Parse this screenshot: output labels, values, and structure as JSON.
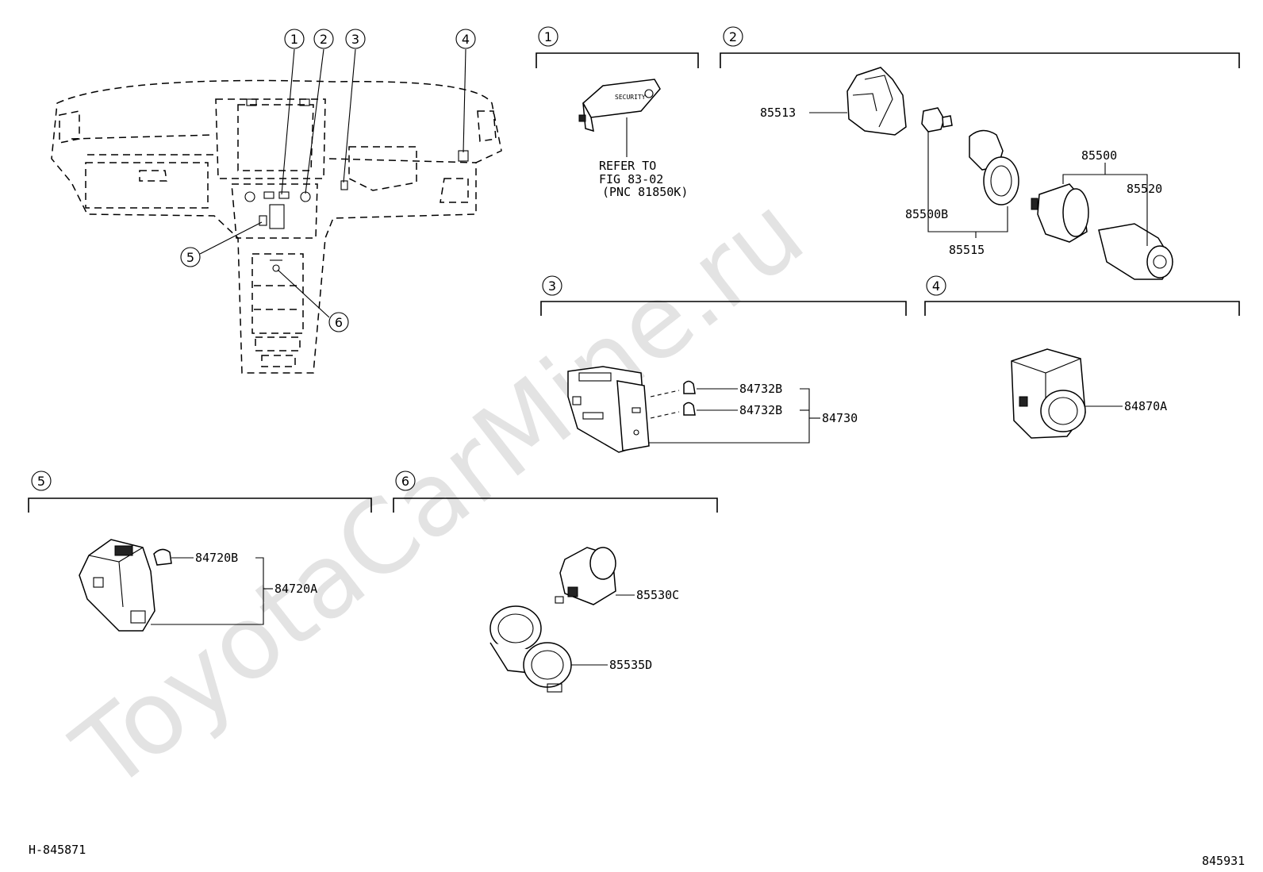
{
  "watermark": "ToyotaCarMine.ru",
  "overview_callouts": [
    "1",
    "2",
    "3",
    "4",
    "5",
    "6"
  ],
  "sections": [
    {
      "num": "1",
      "note": [
        "REFER TO",
        "FIG 83-02",
        "(PNC 81850K)"
      ],
      "part_text": "SECURITY"
    },
    {
      "num": "2",
      "parts": [
        "85513",
        "85500",
        "85520",
        "85500B",
        "85515"
      ]
    },
    {
      "num": "3",
      "parts": [
        "84732B",
        "84732B",
        "84730"
      ]
    },
    {
      "num": "4",
      "parts": [
        "84870A"
      ]
    },
    {
      "num": "5",
      "parts": [
        "84720B",
        "84720A"
      ]
    },
    {
      "num": "6",
      "parts": [
        "85530C",
        "85535D"
      ]
    }
  ],
  "footer": {
    "left": "H-845871",
    "right": "845931"
  }
}
